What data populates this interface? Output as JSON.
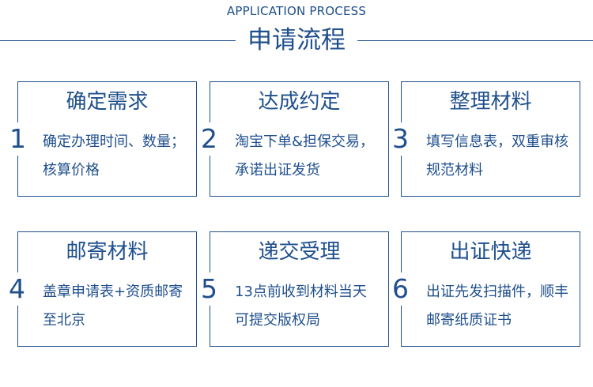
{
  "header": {
    "subtitle": "APPLICATION PROCESS",
    "title": "申请流程"
  },
  "steps": [
    {
      "number": "1",
      "title": "确定需求",
      "text": "确定办理时间、数量；核算价格"
    },
    {
      "number": "2",
      "title": "达成约定",
      "text": "淘宝下单&担保交易，承诺出证发货"
    },
    {
      "number": "3",
      "title": "整理材料",
      "text": "填写信息表，双重审核规范材料"
    },
    {
      "number": "4",
      "title": "邮寄材料",
      "text": "盖章申请表+资质邮寄至北京"
    },
    {
      "number": "5",
      "title": "递交受理",
      "text": "13点前收到材料当天可提交版权局"
    },
    {
      "number": "6",
      "title": "出证快递",
      "text": "出证先发扫描件，顺丰邮寄纸质证书"
    }
  ],
  "colors": {
    "primary": "#1f4f8c",
    "background": "#ffffff"
  }
}
